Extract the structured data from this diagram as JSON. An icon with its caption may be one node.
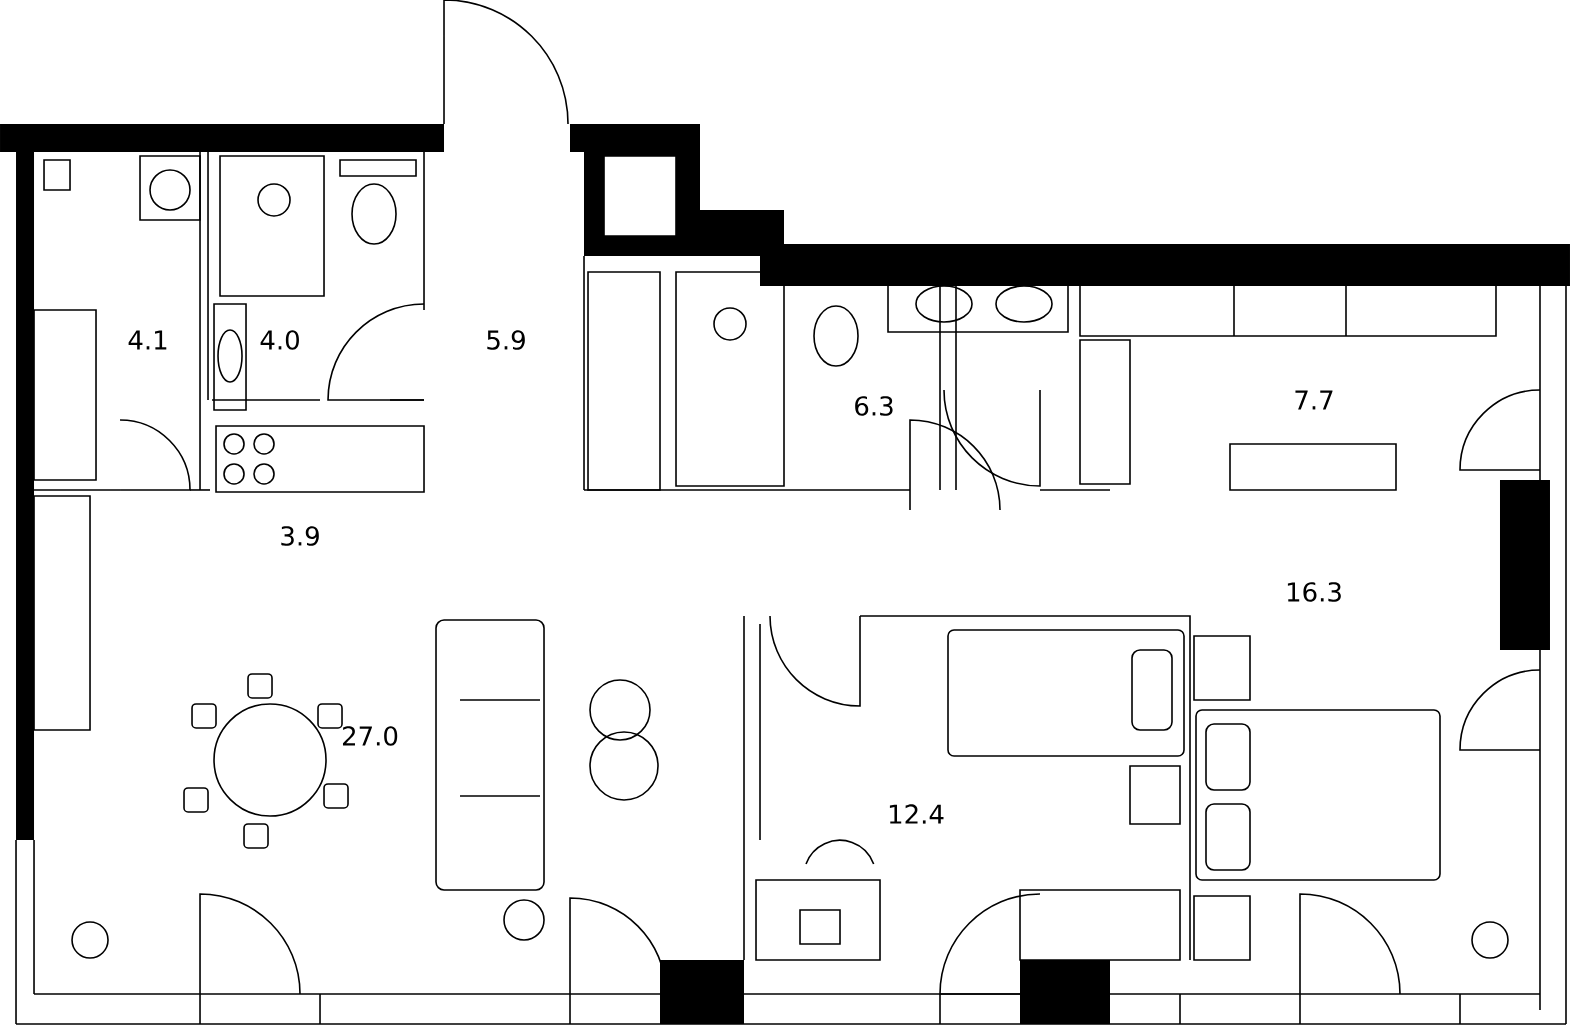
{
  "diagram": {
    "labels": [
      "4.1",
      "4.0",
      "5.9",
      "6.3",
      "7.7",
      "3.9",
      "16.3",
      "27.0",
      "12.4"
    ]
  }
}
